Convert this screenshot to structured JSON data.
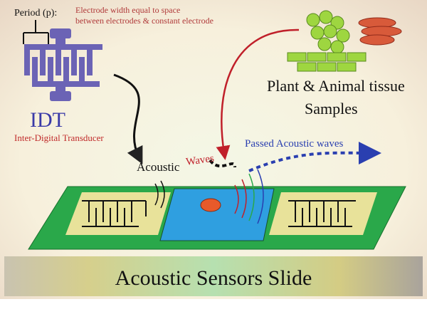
{
  "labels": {
    "period": "Period (p):",
    "electrode_note_1": "Electrode width equal to space",
    "electrode_note_2": "between electrodes & constant electrode",
    "idt": "IDT",
    "idt_full": "Inter-Digital Transducer",
    "tissue_1": "Plant & Animal tissue",
    "tissue_2": "Samples",
    "acoustic": "Acoustic",
    "waves": "Waves",
    "passed": "Passed Acoustic waves",
    "title": "Acoustic Sensors Slide"
  },
  "colors": {
    "idt": "#6b63b5",
    "note": "#b03a3a",
    "passed": "#2a3fb0",
    "board": "#2aa84a",
    "pad": "#e8e29a",
    "channel": "#2f9fe0"
  }
}
